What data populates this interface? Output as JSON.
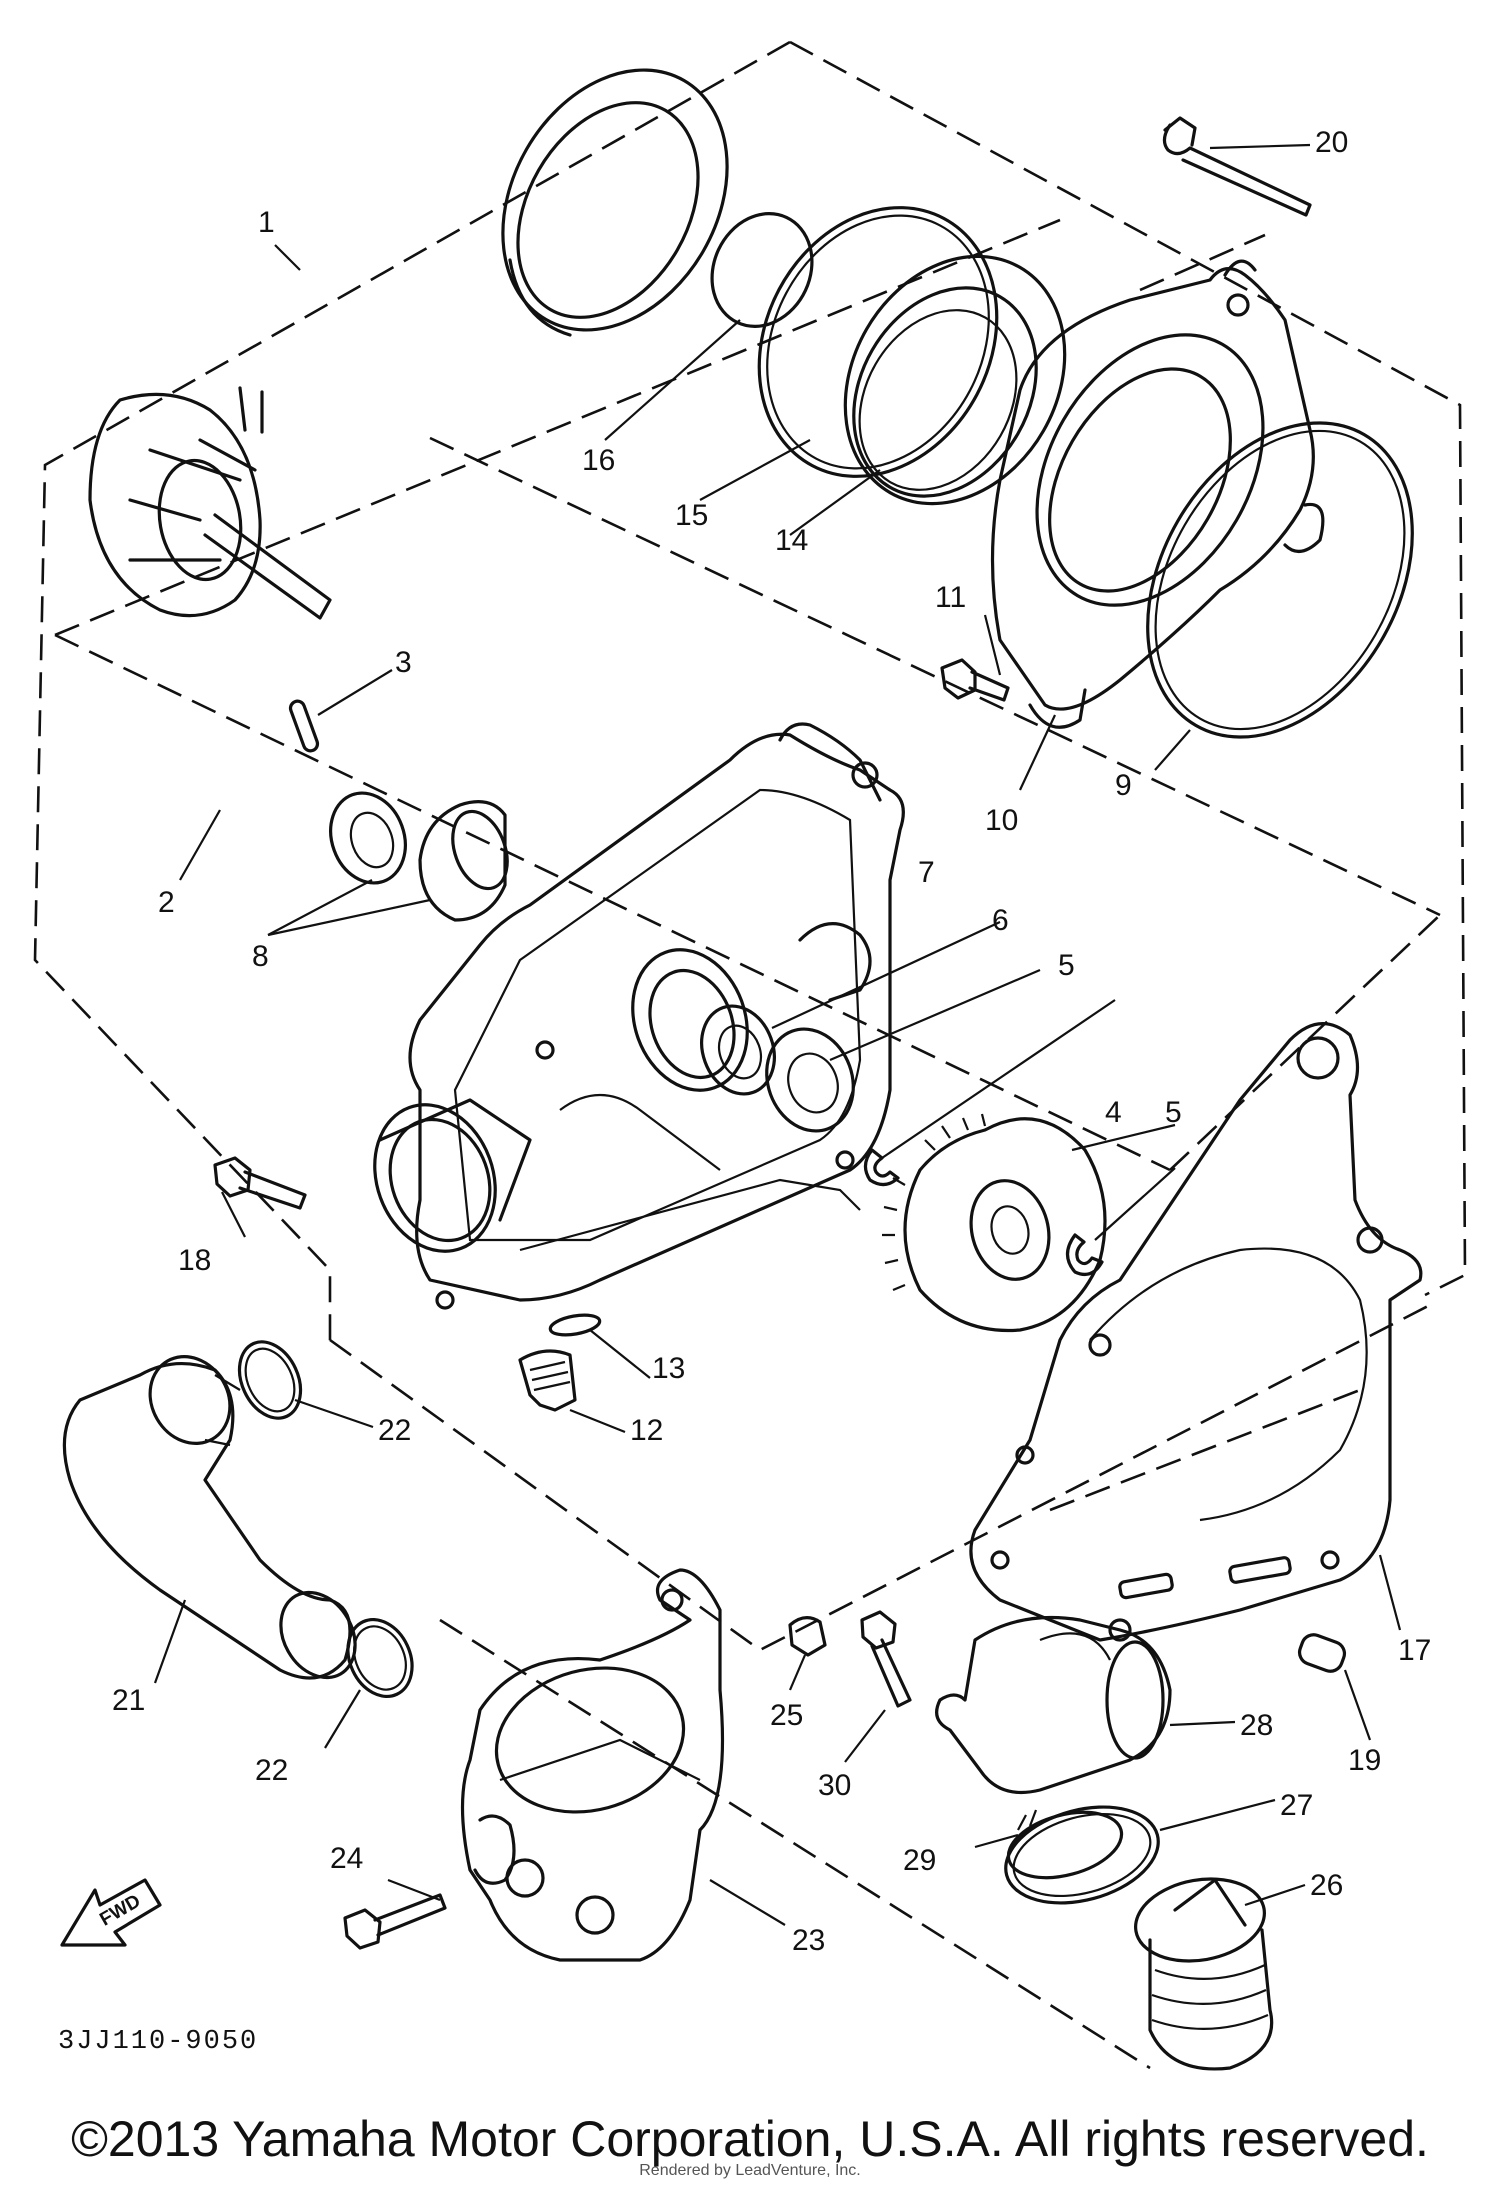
{
  "callouts": {
    "c1": "1",
    "c2": "2",
    "c3": "3",
    "c4": "4",
    "c5a": "5",
    "c5b": "5",
    "c6": "6",
    "c7": "7",
    "c8": "8",
    "c9": "9",
    "c10": "10",
    "c11": "11",
    "c12": "12",
    "c13": "13",
    "c14": "14",
    "c15": "15",
    "c16": "16",
    "c17": "17",
    "c18": "18",
    "c19": "19",
    "c20": "20",
    "c21": "21",
    "c22a": "22",
    "c22b": "22",
    "c23": "23",
    "c24": "24",
    "c25": "25",
    "c26": "26",
    "c27": "27",
    "c28": "28",
    "c29": "29",
    "c30": "30"
  },
  "fwd_label": "FWD",
  "drawing_number": "3JJ110-9050",
  "copyright": "©2013 Yamaha Motor Corporation, U.S.A. All rights reserved.",
  "render_credit": "Rendered by LeadVenture, Inc."
}
